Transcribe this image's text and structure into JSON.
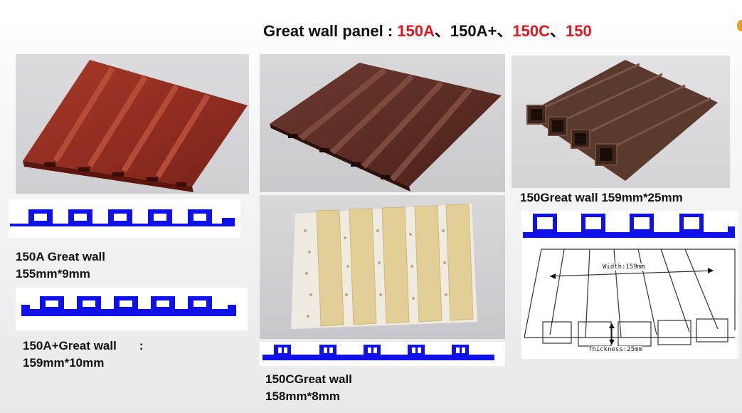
{
  "title": {
    "main": "Great wall panel :",
    "m1": "150A",
    "s1": "、",
    "m2": "150A+",
    "s2": "、",
    "m3": "150C",
    "s3": "、",
    "m4": "150"
  },
  "panels": [
    {
      "name": "150A Great wall",
      "size": "155mm*9mm"
    },
    {
      "name": "150A+Great wall",
      "sep": ":",
      "size": "159mm*10mm"
    },
    {
      "name": "150CGreat wall",
      "size": "158mm*8mm"
    },
    {
      "name": "150Great wall 159mm*25mm"
    }
  ],
  "drawing": {
    "width": "Width:159mm",
    "thickness": "Thickness:25mm"
  },
  "colors": {
    "red": "#e3161c",
    "profile_blue": "#1010e8",
    "panel_red": "#8a2a1e",
    "panel_brown": "#5a2c22",
    "panel_dark": "#4a3024",
    "panel_cream": "#e6d7a6"
  },
  "icons": {
    "corner": "orange-dot"
  }
}
